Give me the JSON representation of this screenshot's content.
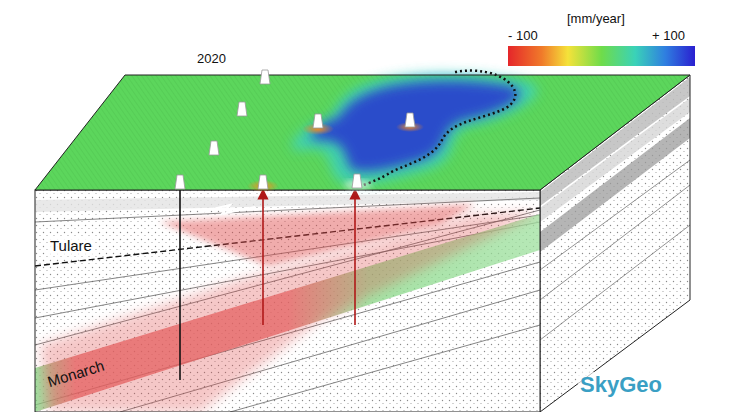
{
  "diagram": {
    "labels": [
      "[mm/year]",
      "- 100",
      "+ 100",
      "2020",
      "Tulare",
      "Monarch",
      "SkyGeo"
    ]
  }
}
